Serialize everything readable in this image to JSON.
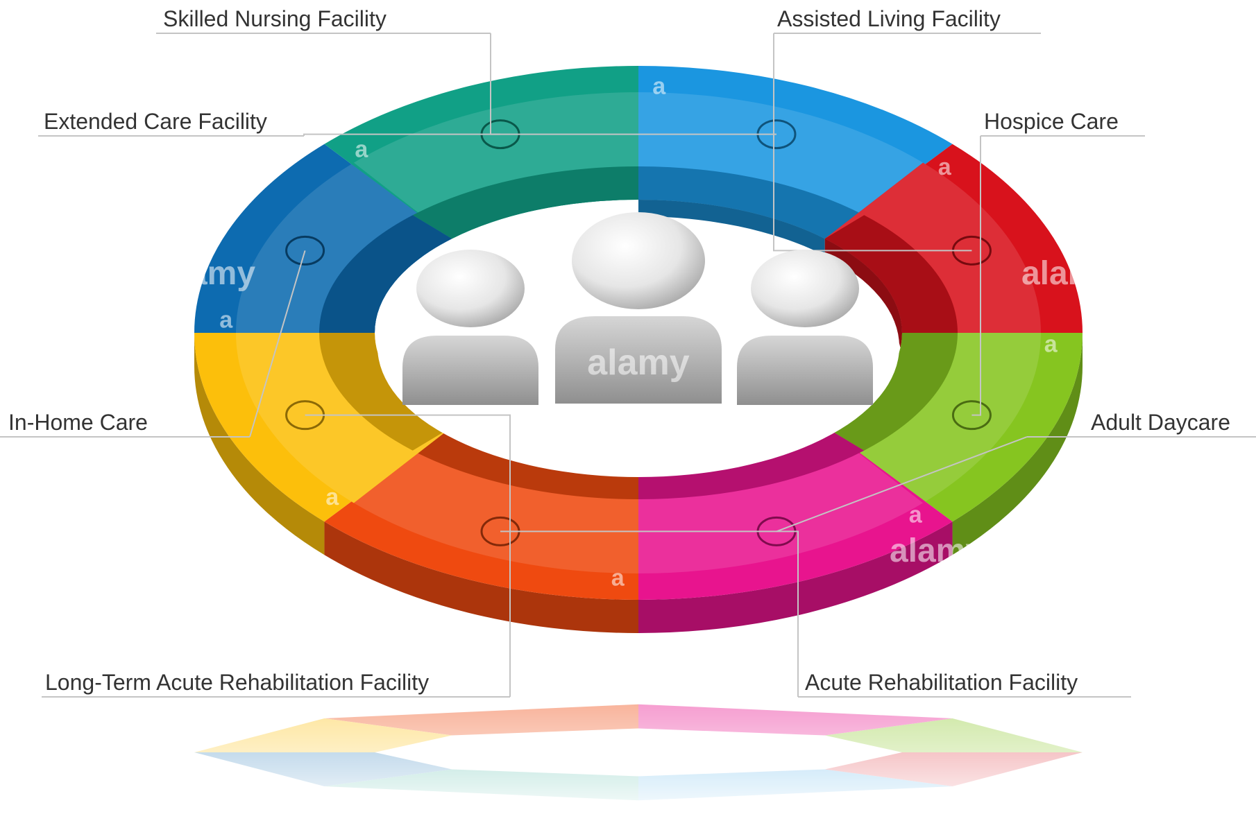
{
  "diagram": {
    "center_icon": "people-group-icon",
    "segments": [
      {
        "id": "skilled-nursing",
        "label": "Skilled Nursing Facility",
        "color": "#1b96e0"
      },
      {
        "id": "assisted-living",
        "label": "Assisted Living Facility",
        "color": "#d8121c"
      },
      {
        "id": "hospice",
        "label": "Hospice Care",
        "color": "#86c520"
      },
      {
        "id": "adult-daycare",
        "label": "Adult Daycare",
        "color": "#e8148e"
      },
      {
        "id": "acute-rehab",
        "label": "Acute Rehabilitation Facility",
        "color": "#ef4a10"
      },
      {
        "id": "ltac-rehab",
        "label": "Long-Term Acute Rehabilitation Facility",
        "color": "#fcbf0b"
      },
      {
        "id": "in-home",
        "label": "In-Home Care",
        "color": "#0d6bb0"
      },
      {
        "id": "extended-care",
        "label": "Extended Care Facility",
        "color": "#11a086"
      }
    ]
  },
  "watermark": {
    "brand": "alamy",
    "letter": "a"
  }
}
